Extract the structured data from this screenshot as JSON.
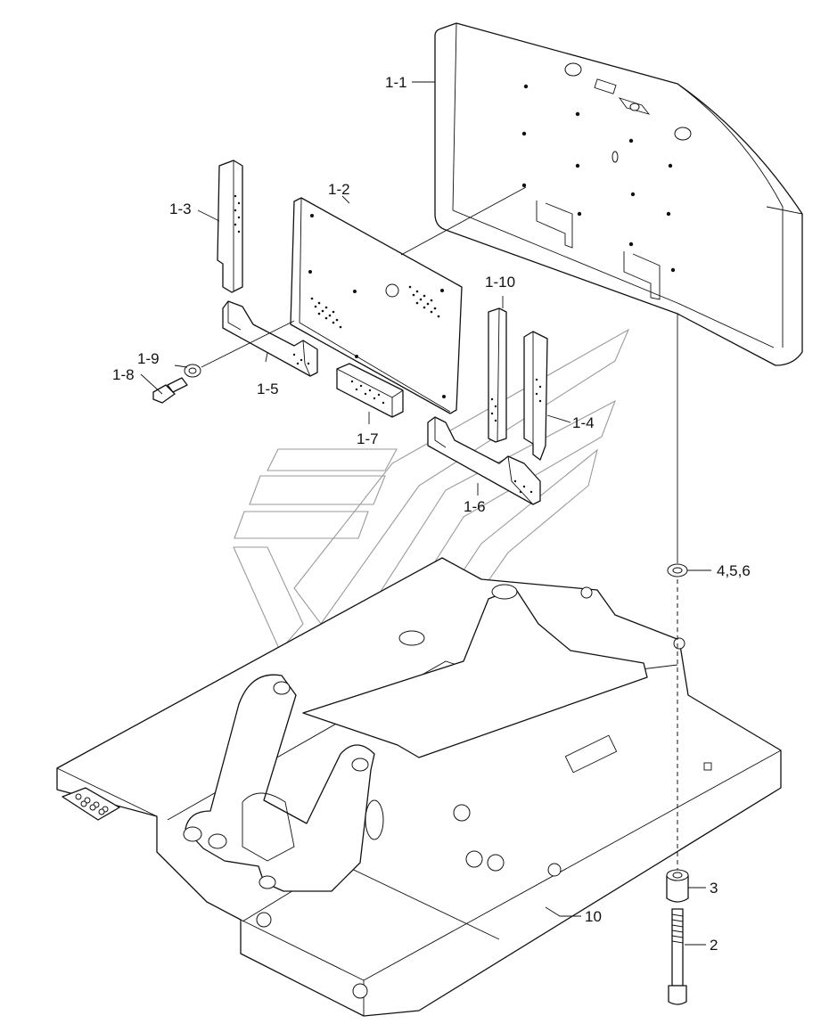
{
  "callouts": {
    "p1_1": "1-1",
    "p1_2": "1-2",
    "p1_3": "1-3",
    "p1_4": "1-4",
    "p1_5": "1-5",
    "p1_6": "1-6",
    "p1_7": "1-7",
    "p1_8": "1-8",
    "p1_9": "1-9",
    "p1_10": "1-10",
    "p2": "2",
    "p3": "3",
    "p4_5_6": "4,5,6",
    "p10": "10"
  },
  "colors": {
    "line": "#111111",
    "watermark": "#9a9a9a",
    "background": "#ffffff"
  }
}
